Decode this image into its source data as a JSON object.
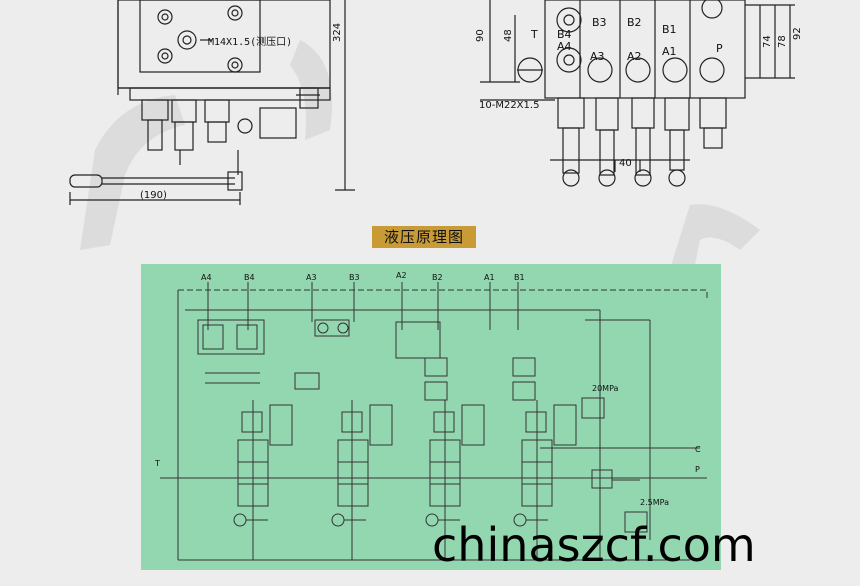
{
  "drawing": {
    "port_label": "M14X1.5(测压口)",
    "dim_height": "324",
    "dim_handle": "(190)",
    "dim_90": "90",
    "dim_48": "48",
    "dim_74": "74",
    "dim_78": "78",
    "dim_92": "92",
    "dim_40": "40",
    "thread_note": "10-M22X1.5",
    "ports_top": [
      "B3",
      "B2",
      "B1"
    ],
    "ports_mid": [
      "T",
      "B4"
    ],
    "ports_low": [
      "A4",
      "A3",
      "A2",
      "A1",
      "P"
    ]
  },
  "section_title": "液压原理图",
  "schematic": {
    "ports": [
      "A4",
      "B4",
      "A3",
      "B3",
      "A2",
      "B2",
      "A1",
      "B1"
    ],
    "label_T": "T",
    "label_P": "P",
    "label_C": "C",
    "relief_main": "20MPa",
    "relief_pilot": "2.5MPa",
    "bg_color": "#93d7b0"
  },
  "watermark": "chinaszcf.com"
}
